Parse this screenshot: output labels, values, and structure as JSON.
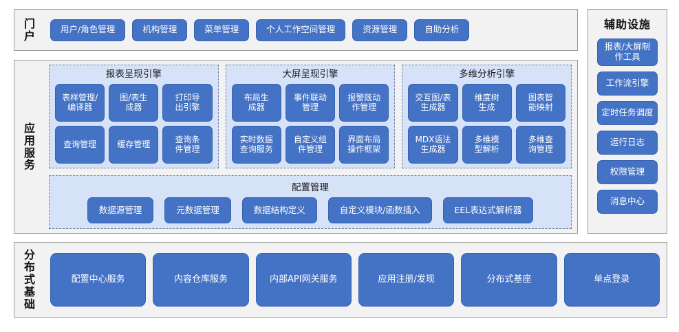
{
  "portal": {
    "label": "门户",
    "items": [
      {
        "label": "用户/角色管理"
      },
      {
        "label": "机构管理"
      },
      {
        "label": "菜单管理"
      },
      {
        "label": "个人工作空间管理"
      },
      {
        "label": "资源管理"
      },
      {
        "label": "自助分析"
      }
    ]
  },
  "aux": {
    "title": "辅助设施",
    "items": [
      {
        "label": "报表/大屏制\n作工具"
      },
      {
        "label": "工作流引擎"
      },
      {
        "label": "定时任务调度"
      },
      {
        "label": "运行日志"
      },
      {
        "label": "权限管理"
      },
      {
        "label": "消息中心"
      }
    ]
  },
  "app_services": {
    "label": "应用服务",
    "engines": [
      {
        "title": "报表呈现引擎",
        "items": [
          {
            "label": "表样管理/\n编译器"
          },
          {
            "label": "图/表生\n成器"
          },
          {
            "label": "打印导\n出引擎"
          },
          {
            "label": "查询管理"
          },
          {
            "label": "缓存管理"
          },
          {
            "label": "查询条\n件管理"
          }
        ]
      },
      {
        "title": "大屏呈现引擎",
        "items": [
          {
            "label": "布局生\n成器"
          },
          {
            "label": "事件联动\n管理"
          },
          {
            "label": "报警既动\n作管理"
          },
          {
            "label": "实时数据\n查询服务"
          },
          {
            "label": "自定义组\n件管理"
          },
          {
            "label": "界面布局\n操作框架"
          }
        ]
      },
      {
        "title": "多维分析引擎",
        "items": [
          {
            "label": "交互图/表\n生成器"
          },
          {
            "label": "维度树\n生成"
          },
          {
            "label": "图表智\n能映射"
          },
          {
            "label": "MDX语法\n生成器"
          },
          {
            "label": "多维模\n型解析"
          },
          {
            "label": "多维查\n询管理"
          }
        ]
      }
    ],
    "config": {
      "title": "配置管理",
      "items": [
        {
          "label": "数据源管理"
        },
        {
          "label": "元数据管理"
        },
        {
          "label": "数据结构定义"
        },
        {
          "label": "自定义模块/函数插入"
        },
        {
          "label": "EEL表达式解析器"
        }
      ]
    }
  },
  "base": {
    "label": "分布式基础",
    "items": [
      {
        "label": "配置中心服务"
      },
      {
        "label": "内容仓库服务"
      },
      {
        "label": "内部API网关服务"
      },
      {
        "label": "应用注册/发现"
      },
      {
        "label": "分布式基座"
      },
      {
        "label": "单点登录"
      }
    ]
  },
  "colors": {
    "button_blue": "#4472c4",
    "panel_bg": "#f2f2f2",
    "panel_border": "#9a9a9a",
    "group_bg": "#d6e2f8",
    "group_border": "#6f7fa5",
    "text_light": "#ffffff",
    "text_dark": "#111111"
  }
}
